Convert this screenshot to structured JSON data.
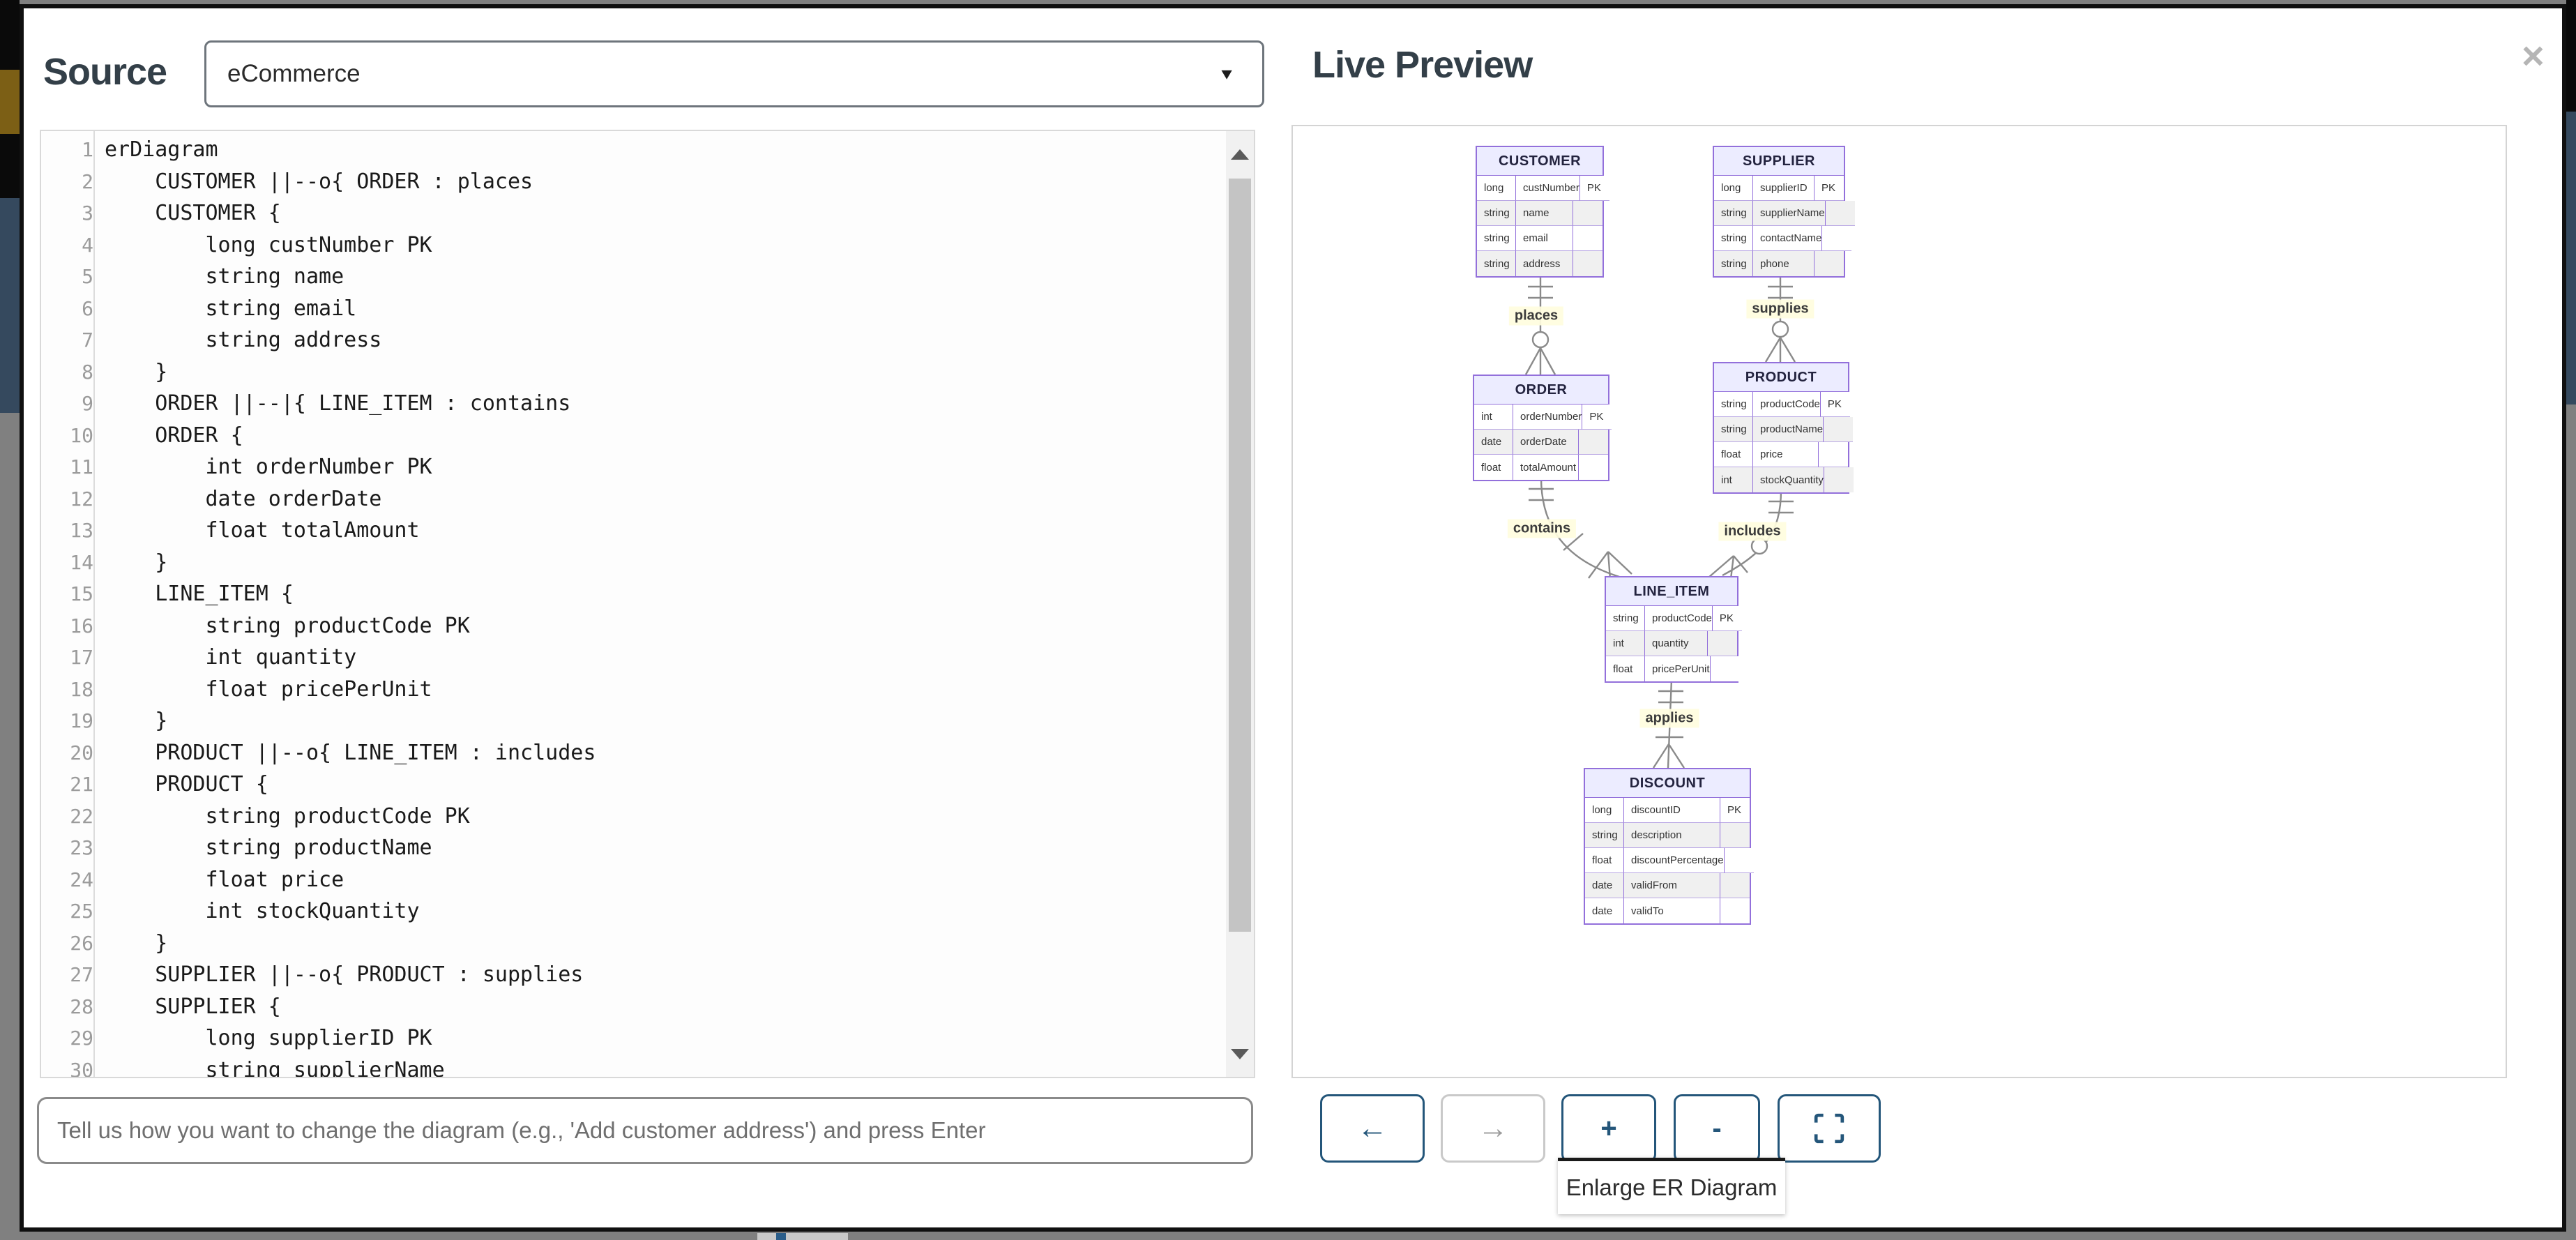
{
  "header": {
    "source_title": "Source",
    "selector_value": "eCommerce",
    "preview_title": "Live Preview"
  },
  "icons": {
    "dropdown_caret": "▼",
    "close": "×",
    "back_arrow": "←",
    "forward_arrow": "→",
    "zoom_in": "+",
    "zoom_out": "-",
    "fullscreen": "fullscreen-corners"
  },
  "editor": {
    "lines": [
      "erDiagram",
      "    CUSTOMER ||--o{ ORDER : places",
      "    CUSTOMER {",
      "        long custNumber PK",
      "        string name",
      "        string email",
      "        string address",
      "    }",
      "    ORDER ||--|{ LINE_ITEM : contains",
      "    ORDER {",
      "        int orderNumber PK",
      "        date orderDate",
      "        float totalAmount",
      "    }",
      "    LINE_ITEM {",
      "        string productCode PK",
      "        int quantity",
      "        float pricePerUnit",
      "    }",
      "    PRODUCT ||--o{ LINE_ITEM : includes",
      "    PRODUCT {",
      "        string productCode PK",
      "        string productName",
      "        float price",
      "        int stockQuantity",
      "    }",
      "    SUPPLIER ||--o{ PRODUCT : supplies",
      "    SUPPLIER {",
      "        long supplierID PK",
      "        string supplierName"
    ]
  },
  "prompt_placeholder": "Tell us how you want to change the diagram (e.g., 'Add customer address') and press Enter",
  "tooltip": {
    "text": "Enlarge ER Diagram"
  },
  "diagram": {
    "entities": [
      {
        "name": "CUSTOMER",
        "rows": [
          [
            "long",
            "custNumber",
            "PK"
          ],
          [
            "string",
            "name",
            ""
          ],
          [
            "string",
            "email",
            ""
          ],
          [
            "string",
            "address",
            ""
          ]
        ]
      },
      {
        "name": "SUPPLIER",
        "rows": [
          [
            "long",
            "supplierID",
            "PK"
          ],
          [
            "string",
            "supplierName",
            ""
          ],
          [
            "string",
            "contactName",
            ""
          ],
          [
            "string",
            "phone",
            ""
          ]
        ]
      },
      {
        "name": "ORDER",
        "rows": [
          [
            "int",
            "orderNumber",
            "PK"
          ],
          [
            "date",
            "orderDate",
            ""
          ],
          [
            "float",
            "totalAmount",
            ""
          ]
        ]
      },
      {
        "name": "PRODUCT",
        "rows": [
          [
            "string",
            "productCode",
            "PK"
          ],
          [
            "string",
            "productName",
            ""
          ],
          [
            "float",
            "price",
            ""
          ],
          [
            "int",
            "stockQuantity",
            ""
          ]
        ]
      },
      {
        "name": "LINE_ITEM",
        "rows": [
          [
            "string",
            "productCode",
            "PK"
          ],
          [
            "int",
            "quantity",
            ""
          ],
          [
            "float",
            "pricePerUnit",
            ""
          ]
        ]
      },
      {
        "name": "DISCOUNT",
        "rows": [
          [
            "long",
            "discountID",
            "PK"
          ],
          [
            "string",
            "description",
            ""
          ],
          [
            "float",
            "discountPercentage",
            ""
          ],
          [
            "date",
            "validFrom",
            ""
          ],
          [
            "date",
            "validTo",
            ""
          ]
        ]
      }
    ],
    "relationships": [
      {
        "from": "CUSTOMER",
        "to": "ORDER",
        "label": "places",
        "cardinality": "||--o{"
      },
      {
        "from": "SUPPLIER",
        "to": "PRODUCT",
        "label": "supplies",
        "cardinality": "||--o{"
      },
      {
        "from": "ORDER",
        "to": "LINE_ITEM",
        "label": "contains",
        "cardinality": "||--|{"
      },
      {
        "from": "PRODUCT",
        "to": "LINE_ITEM",
        "label": "includes",
        "cardinality": "||--o{"
      },
      {
        "from": "LINE_ITEM",
        "to": "DISCOUNT",
        "label": "applies",
        "cardinality": "||--|{"
      }
    ]
  },
  "colors": {
    "entity_header_bg": "#ECECFF",
    "entity_border": "#9370DB",
    "edge": "#8a8a8a",
    "relationship_label_bg": "#fffde7",
    "accent_button": "#24567a",
    "heading_text": "#333f48"
  }
}
